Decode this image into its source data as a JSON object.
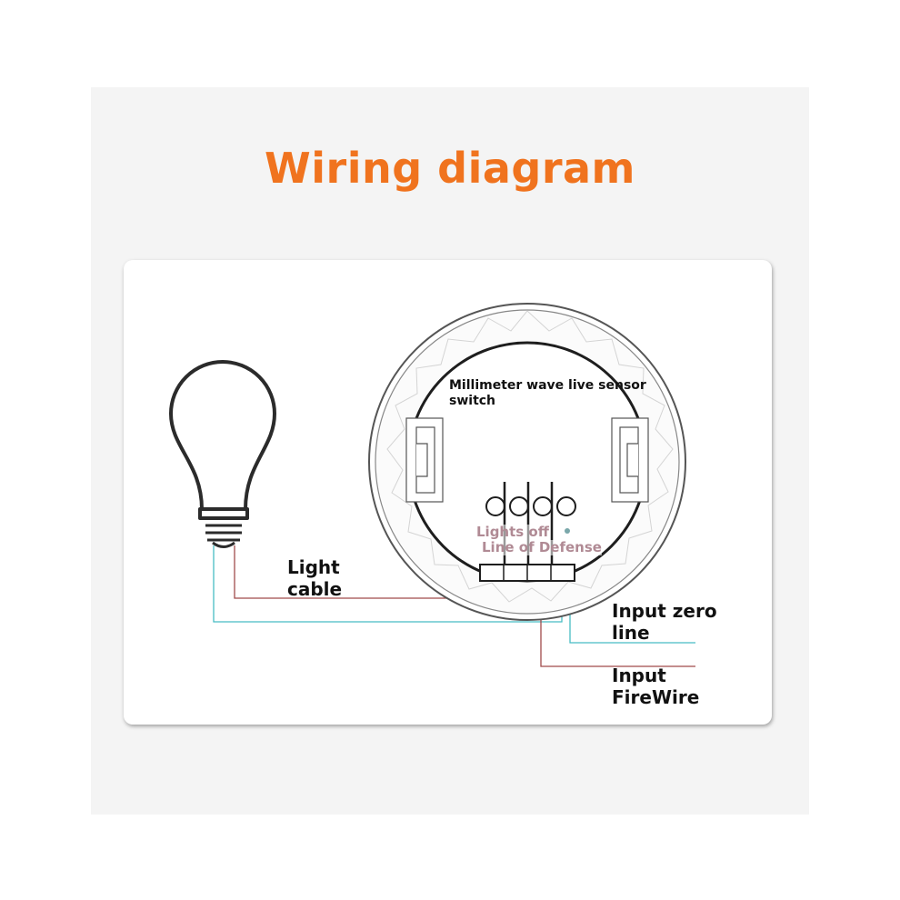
{
  "title": "Wiring diagram",
  "labels": {
    "sensor_switch": "Millimeter wave live sensor switch",
    "light_cable": "Light cable",
    "input_zero_line": "Input zero line",
    "input_firewire": "Input FireWire",
    "lights_off": "Lights off",
    "line_of_defense": "Line of Defense"
  },
  "colors": {
    "title": "#f0731e",
    "live_wire": "#a04b4b",
    "neutral_wire": "#48bcc4",
    "outline": "#2b2b2b"
  },
  "icons": [
    "light-bulb-icon",
    "sensor-switch-icon",
    "terminal-block-icon"
  ]
}
